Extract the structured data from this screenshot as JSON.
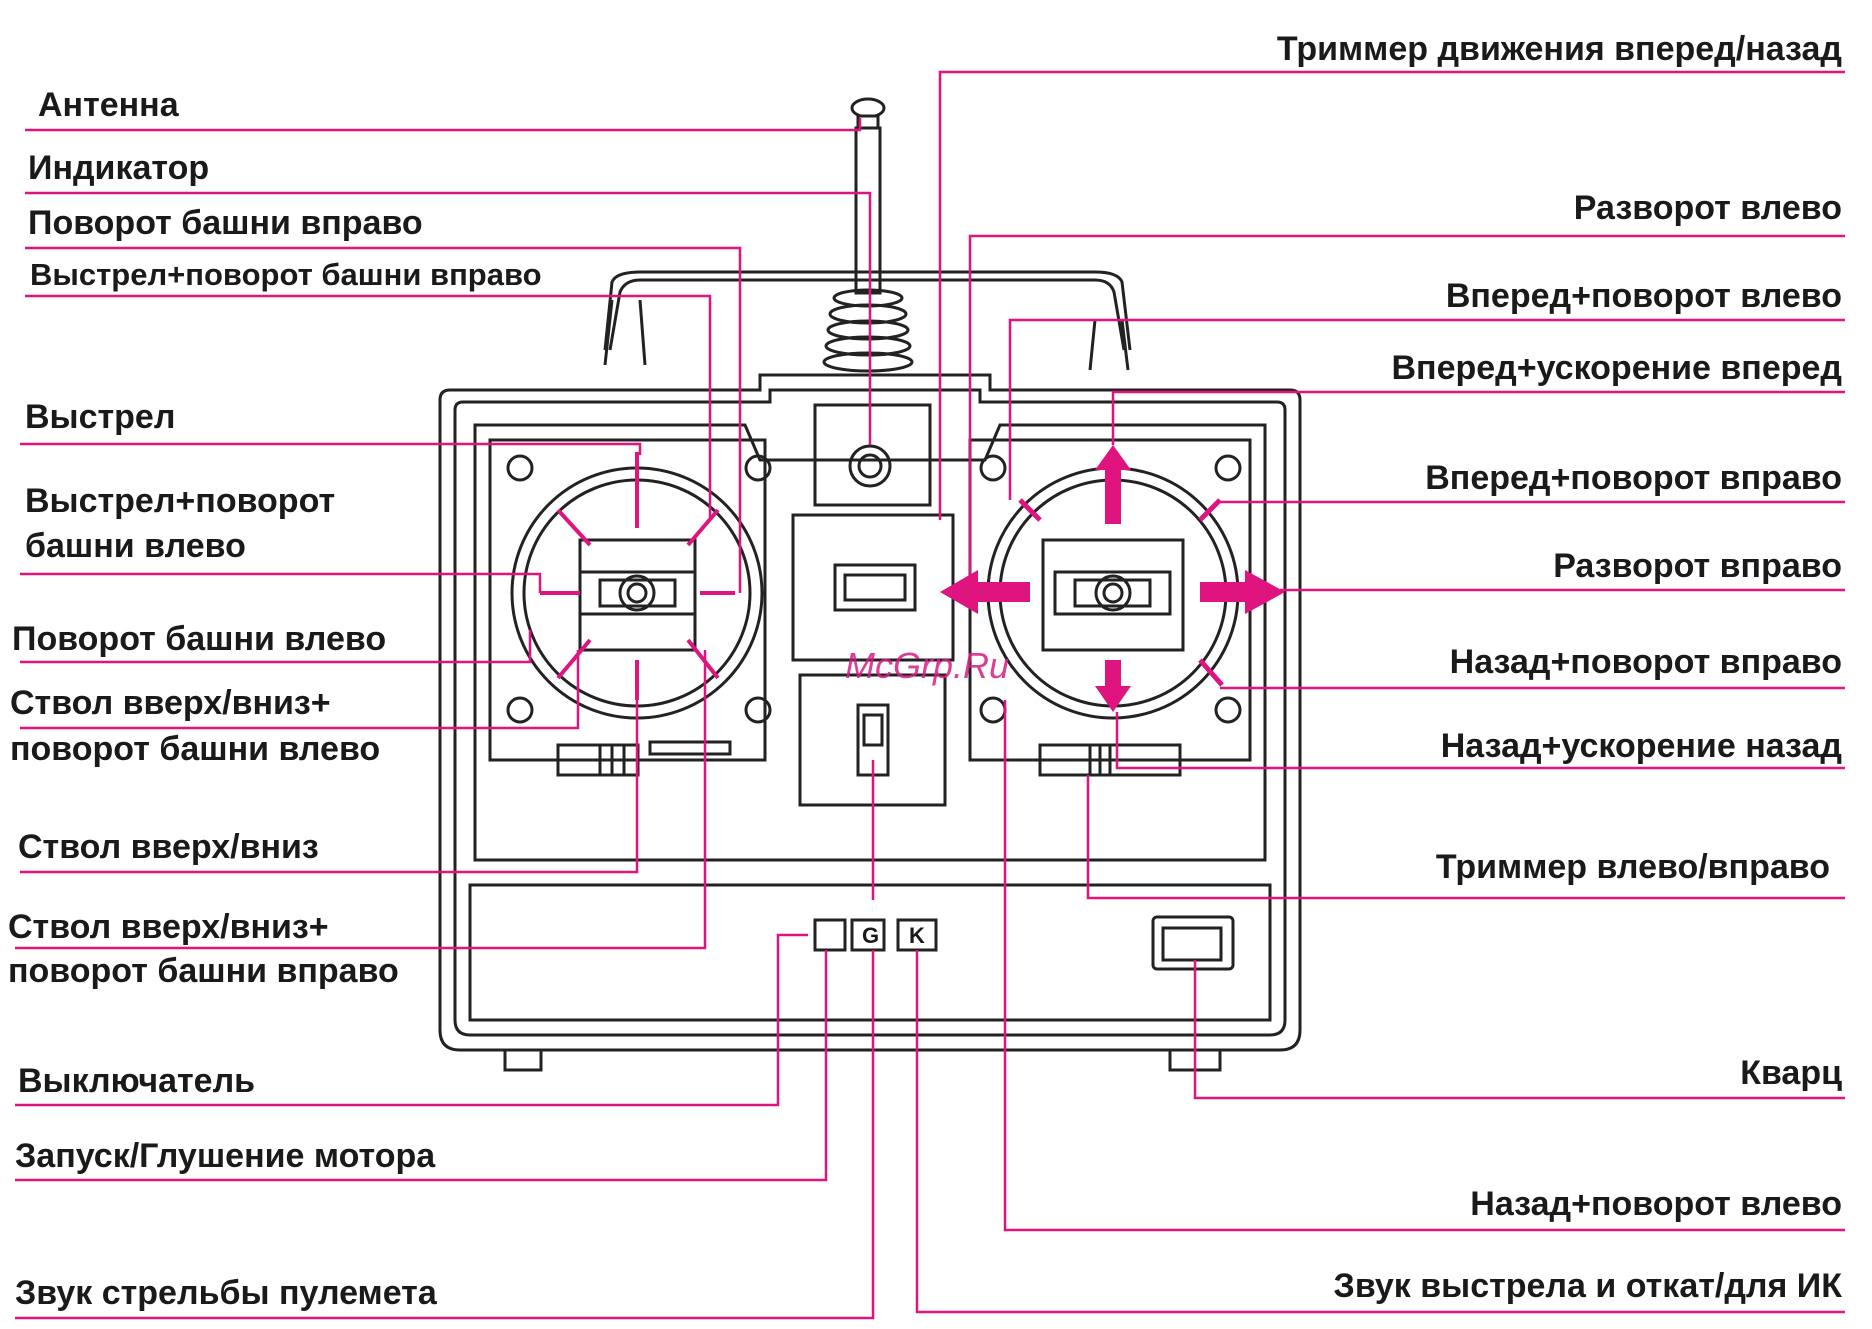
{
  "colors": {
    "leader": "#e0147f",
    "line": "#222222",
    "accent": "#e0147f"
  },
  "labels": {
    "antenna": "Антенна",
    "indicator": "Индикатор",
    "turret_right": "Поворот башни вправо",
    "fire_turret_right": "Выстрел+поворот башни вправо",
    "fire": "Выстрел",
    "fire_turret_left_1": "Выстрел+поворот",
    "fire_turret_left_2": "башни влево",
    "turret_left": "Поворот башни влево",
    "barrel_turret_left_1": "Ствол вверх/вниз+",
    "barrel_turret_left_2": "поворот башни влево",
    "barrel": "Ствол вверх/вниз",
    "barrel_turret_right_1": "Ствол вверх/вниз+",
    "barrel_turret_right_2": "поворот башни вправо",
    "power_switch": "Выключатель",
    "engine_start_stop": "Запуск/Глушение мотора",
    "machine_gun_sound": "Звук стрельбы пулемета",
    "trim_fwd_back": "Триммер движения вперед/назад",
    "turn_left": "Разворот влево",
    "fwd_turn_left": "Вперед+поворот влево",
    "fwd_accel": "Вперед+ускорение вперед",
    "fwd_turn_right": "Вперед+поворот вправо",
    "turn_right": "Разворот вправо",
    "back_turn_right": "Назад+поворот вправо",
    "back_accel": "Назад+ускорение назад",
    "trim_left_right": "Триммер влево/вправо",
    "crystal": "Кварц",
    "back_turn_left": "Назад+поворот влево",
    "shot_recoil_ir": "Звук выстрела и откат/для ИК"
  },
  "buttons": {
    "g": "G",
    "k": "K"
  },
  "watermark": "McGrp.Ru"
}
